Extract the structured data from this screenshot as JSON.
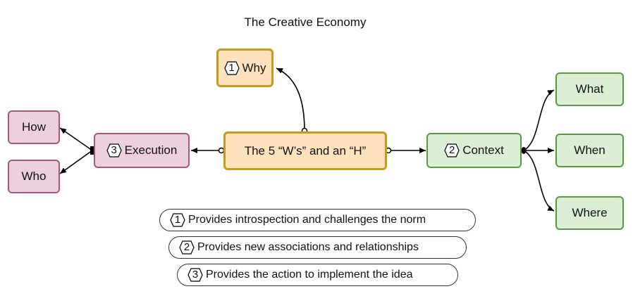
{
  "title": "The Creative Economy",
  "center": {
    "label": "The 5 “W’s” and an “H”"
  },
  "why": {
    "badge": "1",
    "label": "Why"
  },
  "context": {
    "badge": "2",
    "label": "Context"
  },
  "execution": {
    "badge": "3",
    "label": "Execution"
  },
  "context_children": [
    "What",
    "When",
    "Where"
  ],
  "execution_children": [
    "How",
    "Who"
  ],
  "legend": [
    {
      "badge": "1",
      "text": "Provides introspection and challenges the norm"
    },
    {
      "badge": "2",
      "text": "Provides new associations and relationships"
    },
    {
      "badge": "3",
      "text": "Provides the action to implement the idea"
    }
  ],
  "colors": {
    "yellow_fill": "#fde2bd",
    "yellow_border": "#c79a1a",
    "green_fill": "#dcefd6",
    "green_border": "#5a9a3f",
    "pink_fill": "#ecd0de",
    "pink_border": "#a8567d"
  }
}
